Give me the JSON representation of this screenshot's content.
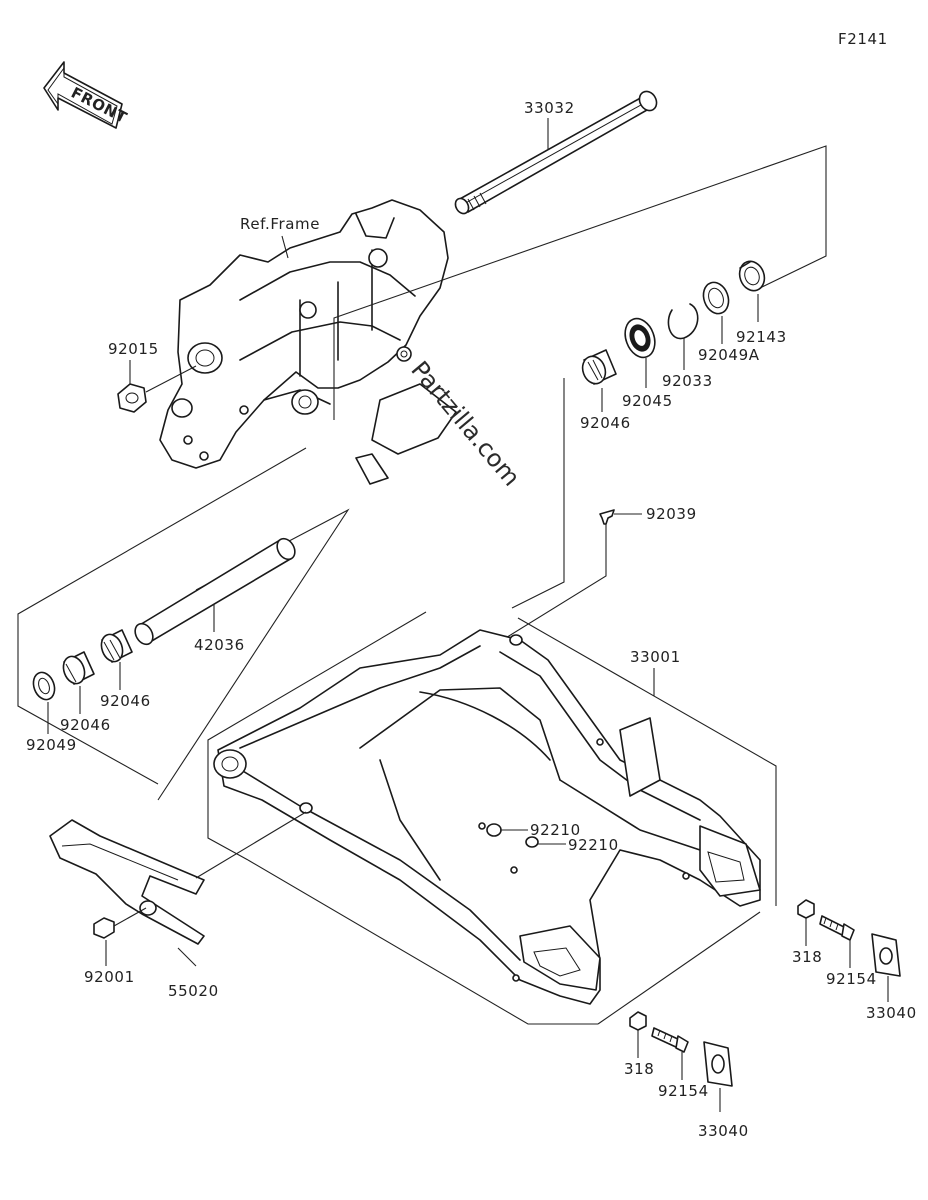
{
  "figure_code": "F2141",
  "front_marker": "FRONT",
  "reference_label": "Ref.Frame",
  "watermark": "Partzilla.com",
  "callouts": [
    {
      "id": "c33032",
      "number": "33032"
    },
    {
      "id": "c92015",
      "number": "92015"
    },
    {
      "id": "c92143",
      "number": "92143"
    },
    {
      "id": "c92049A",
      "number": "92049A"
    },
    {
      "id": "c92033",
      "number": "92033"
    },
    {
      "id": "c92045",
      "number": "92045"
    },
    {
      "id": "c92046a",
      "number": "92046"
    },
    {
      "id": "c92039",
      "number": "92039"
    },
    {
      "id": "c42036",
      "number": "42036"
    },
    {
      "id": "c92046b",
      "number": "92046"
    },
    {
      "id": "c92046c",
      "number": "92046"
    },
    {
      "id": "c92049",
      "number": "92049"
    },
    {
      "id": "c33001",
      "number": "33001"
    },
    {
      "id": "c92210a",
      "number": "92210"
    },
    {
      "id": "c92210b",
      "number": "92210"
    },
    {
      "id": "c318a",
      "number": "318"
    },
    {
      "id": "c92154a",
      "number": "92154"
    },
    {
      "id": "c33040a",
      "number": "33040"
    },
    {
      "id": "c92001",
      "number": "92001"
    },
    {
      "id": "c55020",
      "number": "55020"
    },
    {
      "id": "c318b",
      "number": "318"
    },
    {
      "id": "c92154b",
      "number": "92154"
    },
    {
      "id": "c33040b",
      "number": "33040"
    }
  ]
}
